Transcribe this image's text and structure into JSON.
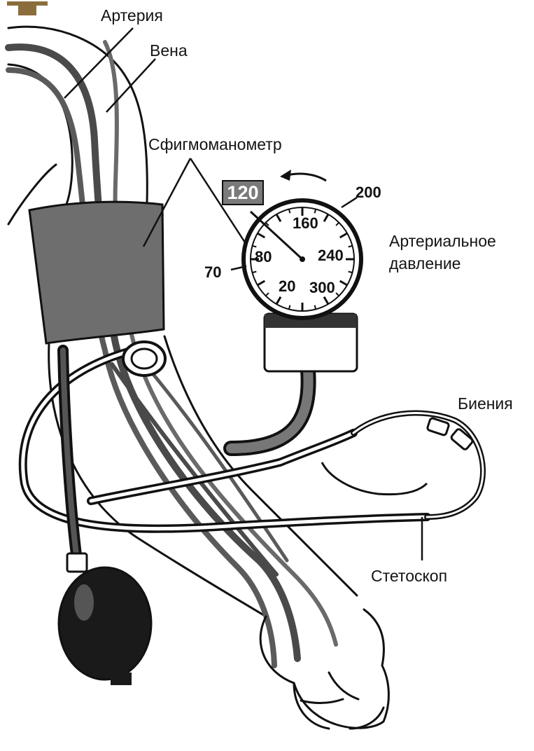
{
  "labels": {
    "artery": "Артерия",
    "vein": "Вена",
    "sphygmomanometer": "Сфигмоманометр",
    "blood_pressure_line1": "Артериальное",
    "blood_pressure_line2": "давление",
    "beats": "Биения",
    "stethoscope": "Стетоскоп"
  },
  "gauge": {
    "reading": "120",
    "scale": {
      "v70": "70",
      "v80": "80",
      "v20": "20",
      "v160": "160",
      "v200": "200",
      "v240": "240",
      "v300": "300"
    }
  },
  "colors": {
    "ink": "#111111",
    "cuff": "#6e6e6e",
    "vessel": "#4a4a4a",
    "bulb": "#1a1a1a",
    "reading_badge": "#7a7a7a"
  }
}
